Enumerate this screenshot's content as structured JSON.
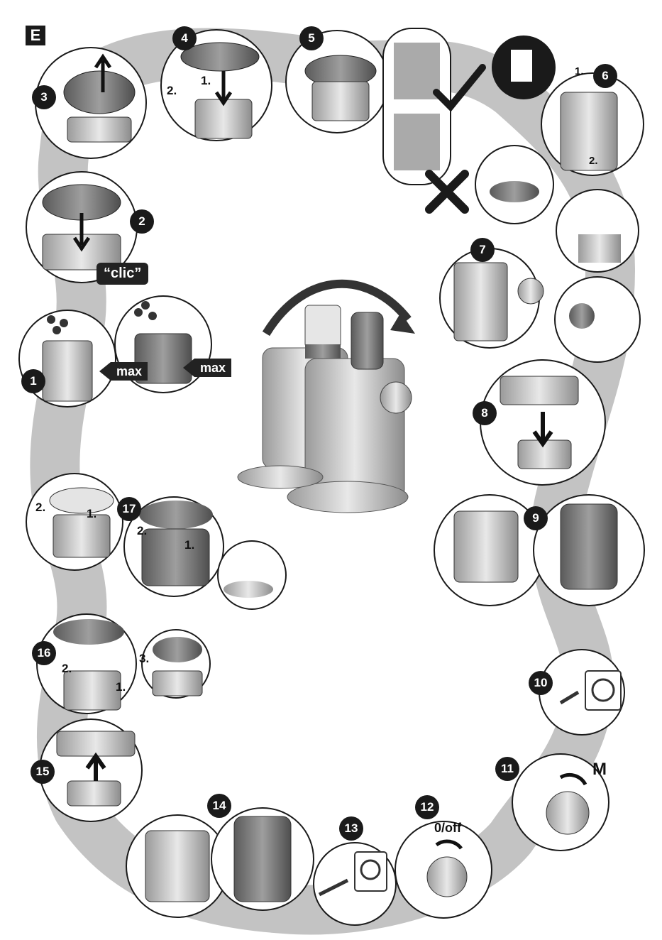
{
  "section": "E",
  "steps": [
    "1",
    "2",
    "3",
    "4",
    "5",
    "6",
    "7",
    "8",
    "9",
    "10",
    "11",
    "12",
    "13",
    "14",
    "15",
    "16",
    "17"
  ],
  "labels": {
    "max": "max",
    "clic": "“clic”",
    "one": "1.",
    "two": "2.",
    "three": "3.",
    "m": "M",
    "off": "0/off"
  },
  "marks": {
    "check": "✓",
    "cross": "X"
  },
  "colors": {
    "ink": "#1a1a1a",
    "illustration_grey": "#a9a9a9",
    "light_grey": "#dcdcdc",
    "background": "#ffffff"
  },
  "icons": [
    "hand-icon",
    "arrow-icon",
    "plug-icon",
    "socket-icon",
    "dial-icon",
    "check-icon",
    "cross-icon",
    "blender-icon",
    "grinder-icon"
  ]
}
